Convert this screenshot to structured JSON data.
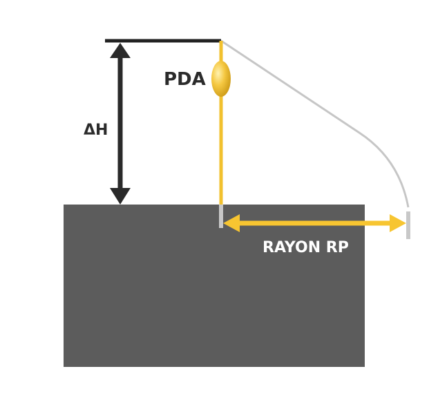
{
  "labels": {
    "height_difference": "ΔH",
    "device": "PDA",
    "radius": "RAYON RP"
  },
  "colors": {
    "block": "#5c5c5c",
    "arrow_dark": "#2a2a2a",
    "line_yellow": "#f2c12e",
    "arrow_yellow": "#f7c531",
    "rope_gray": "#c6c6c6",
    "marker_gray": "#c8c8c8",
    "label_dark": "#2b2b2b",
    "label_light": "#ffffff"
  }
}
